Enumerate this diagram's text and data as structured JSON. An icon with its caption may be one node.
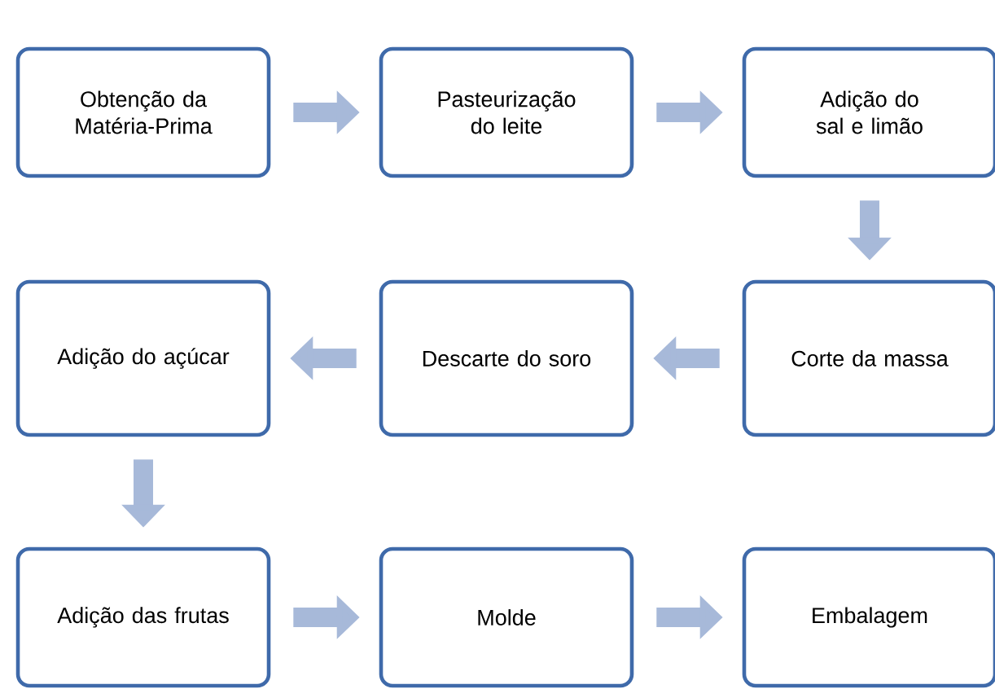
{
  "diagram": {
    "nodes": [
      {
        "text": [
          "Obtenção da Matéria-Prima"
        ]
      },
      {
        "text": [
          "Pasteurização do leite"
        ]
      },
      {
        "text": [
          "Adição do sal e limão"
        ]
      },
      {
        "text": [
          "Adição do açúcar"
        ]
      },
      {
        "text": [
          "Descarte do soro"
        ]
      },
      {
        "text": [
          "Corte da massa"
        ]
      },
      {
        "text": [
          "Adição das frutas"
        ]
      },
      {
        "text": [
          "Molde"
        ]
      },
      {
        "text": [
          "Embalagem"
        ]
      }
    ],
    "edges": [
      {
        "from": 0,
        "to": 1,
        "arrow": "to"
      },
      {
        "from": 1,
        "to": 2,
        "arrow": "to"
      },
      {
        "from": 2,
        "to": 5,
        "arrow": "to"
      },
      {
        "from": 5,
        "to": 4,
        "arrow": "to"
      },
      {
        "from": 4,
        "to": 3,
        "arrow": "to"
      },
      {
        "from": 3,
        "to": 6,
        "arrow": "to"
      },
      {
        "from": 6,
        "to": 7,
        "arrow": "to"
      },
      {
        "from": 7,
        "to": 8,
        "arrow": "to"
      }
    ]
  }
}
